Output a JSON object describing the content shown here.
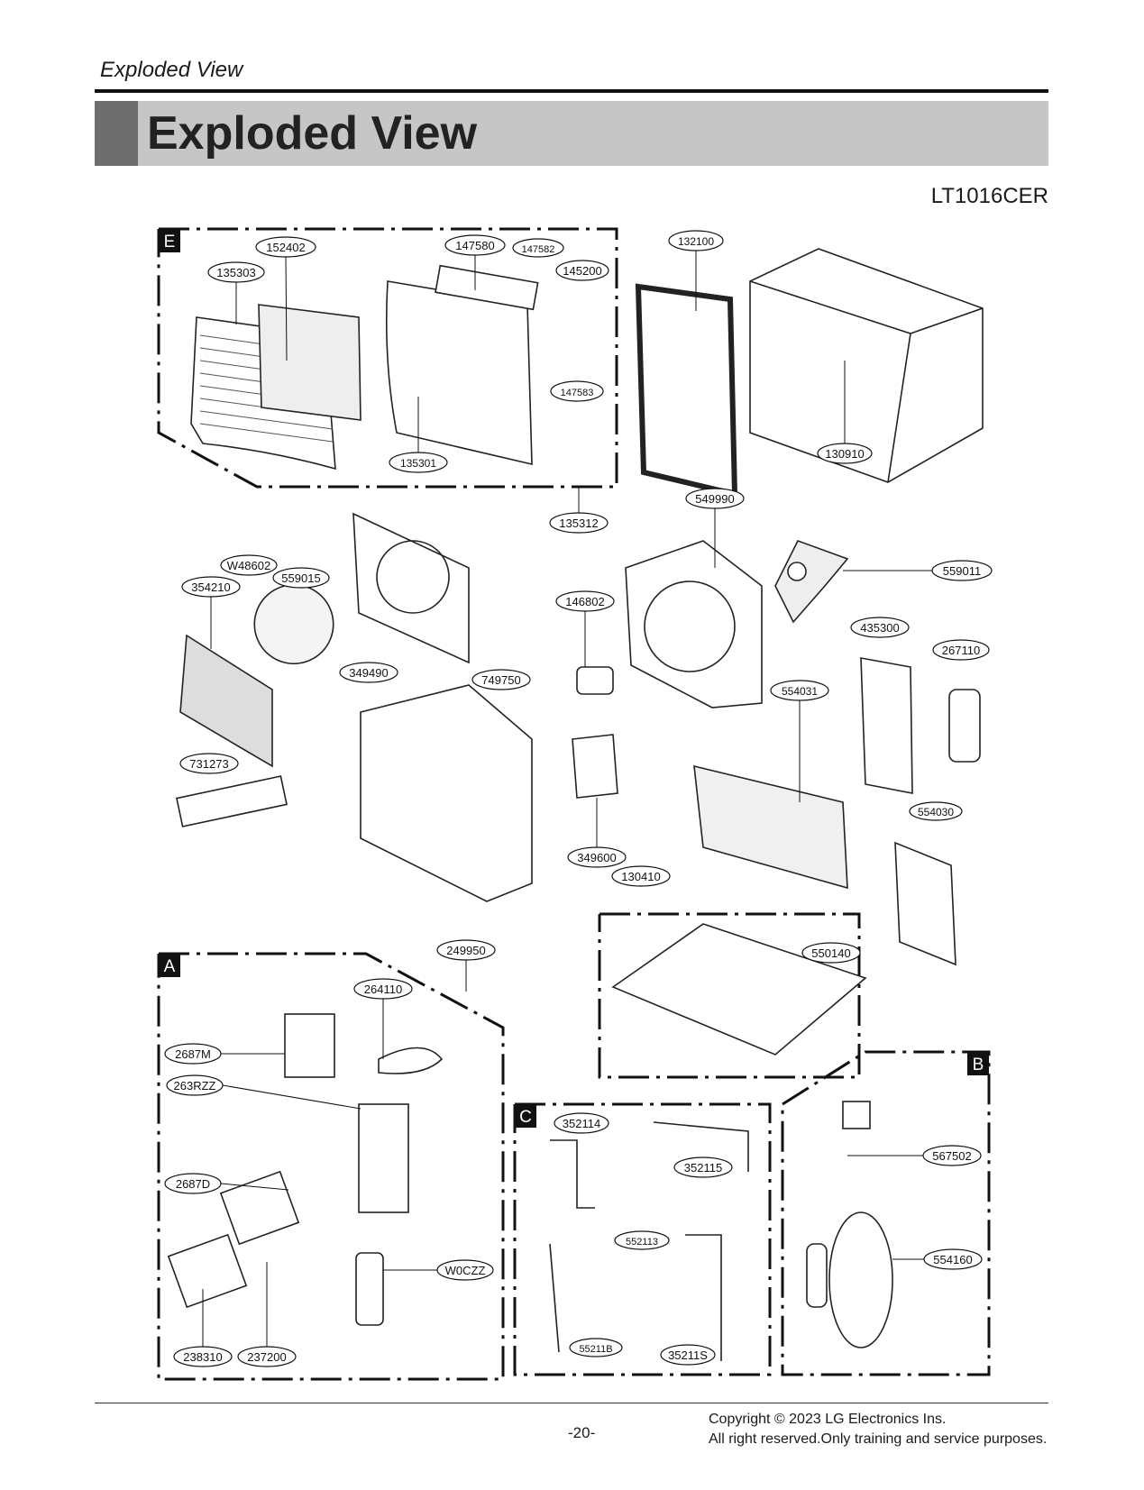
{
  "header": {
    "section_label": "Exploded View",
    "title": "Exploded View",
    "model": "LT1016CER"
  },
  "boxes": {
    "e": "E",
    "a": "A",
    "c": "C",
    "b": "B"
  },
  "parts": {
    "p152402": "152402",
    "p147580": "147580",
    "p147582": "147582",
    "p135303": "135303",
    "p145200": "145200",
    "p147583": "147583",
    "p135301": "135301",
    "p132100": "132100",
    "p130910": "130910",
    "p135312": "135312",
    "p549990": "549990",
    "pW48602": "W48602",
    "p559015": "559015",
    "p354210": "354210",
    "p349490": "349490",
    "p146802": "146802",
    "p559011": "559011",
    "p435300": "435300",
    "p267110": "267110",
    "p749750": "749750",
    "p554031": "554031",
    "p731273": "731273",
    "p554030": "554030",
    "p349600": "349600",
    "p130410": "130410",
    "p249950": "249950",
    "p550140": "550140",
    "p264110": "264110",
    "p2687M": "2687M",
    "p263RZZ": "263RZZ",
    "p2687D": "2687D",
    "pW0CZZ": "W0CZZ",
    "p238310": "238310",
    "p237200": "237200",
    "p352114": "352114",
    "p352115": "352115",
    "p552113": "552113",
    "p55211B": "55211B",
    "p35211S": "35211S",
    "p567502": "567502",
    "p554160": "554160"
  },
  "footer": {
    "page": "-20-",
    "copyright_line1": "Copyright © 2023 LG Electronics Ins.",
    "copyright_line2": "All right reserved.Only training and service purposes."
  }
}
